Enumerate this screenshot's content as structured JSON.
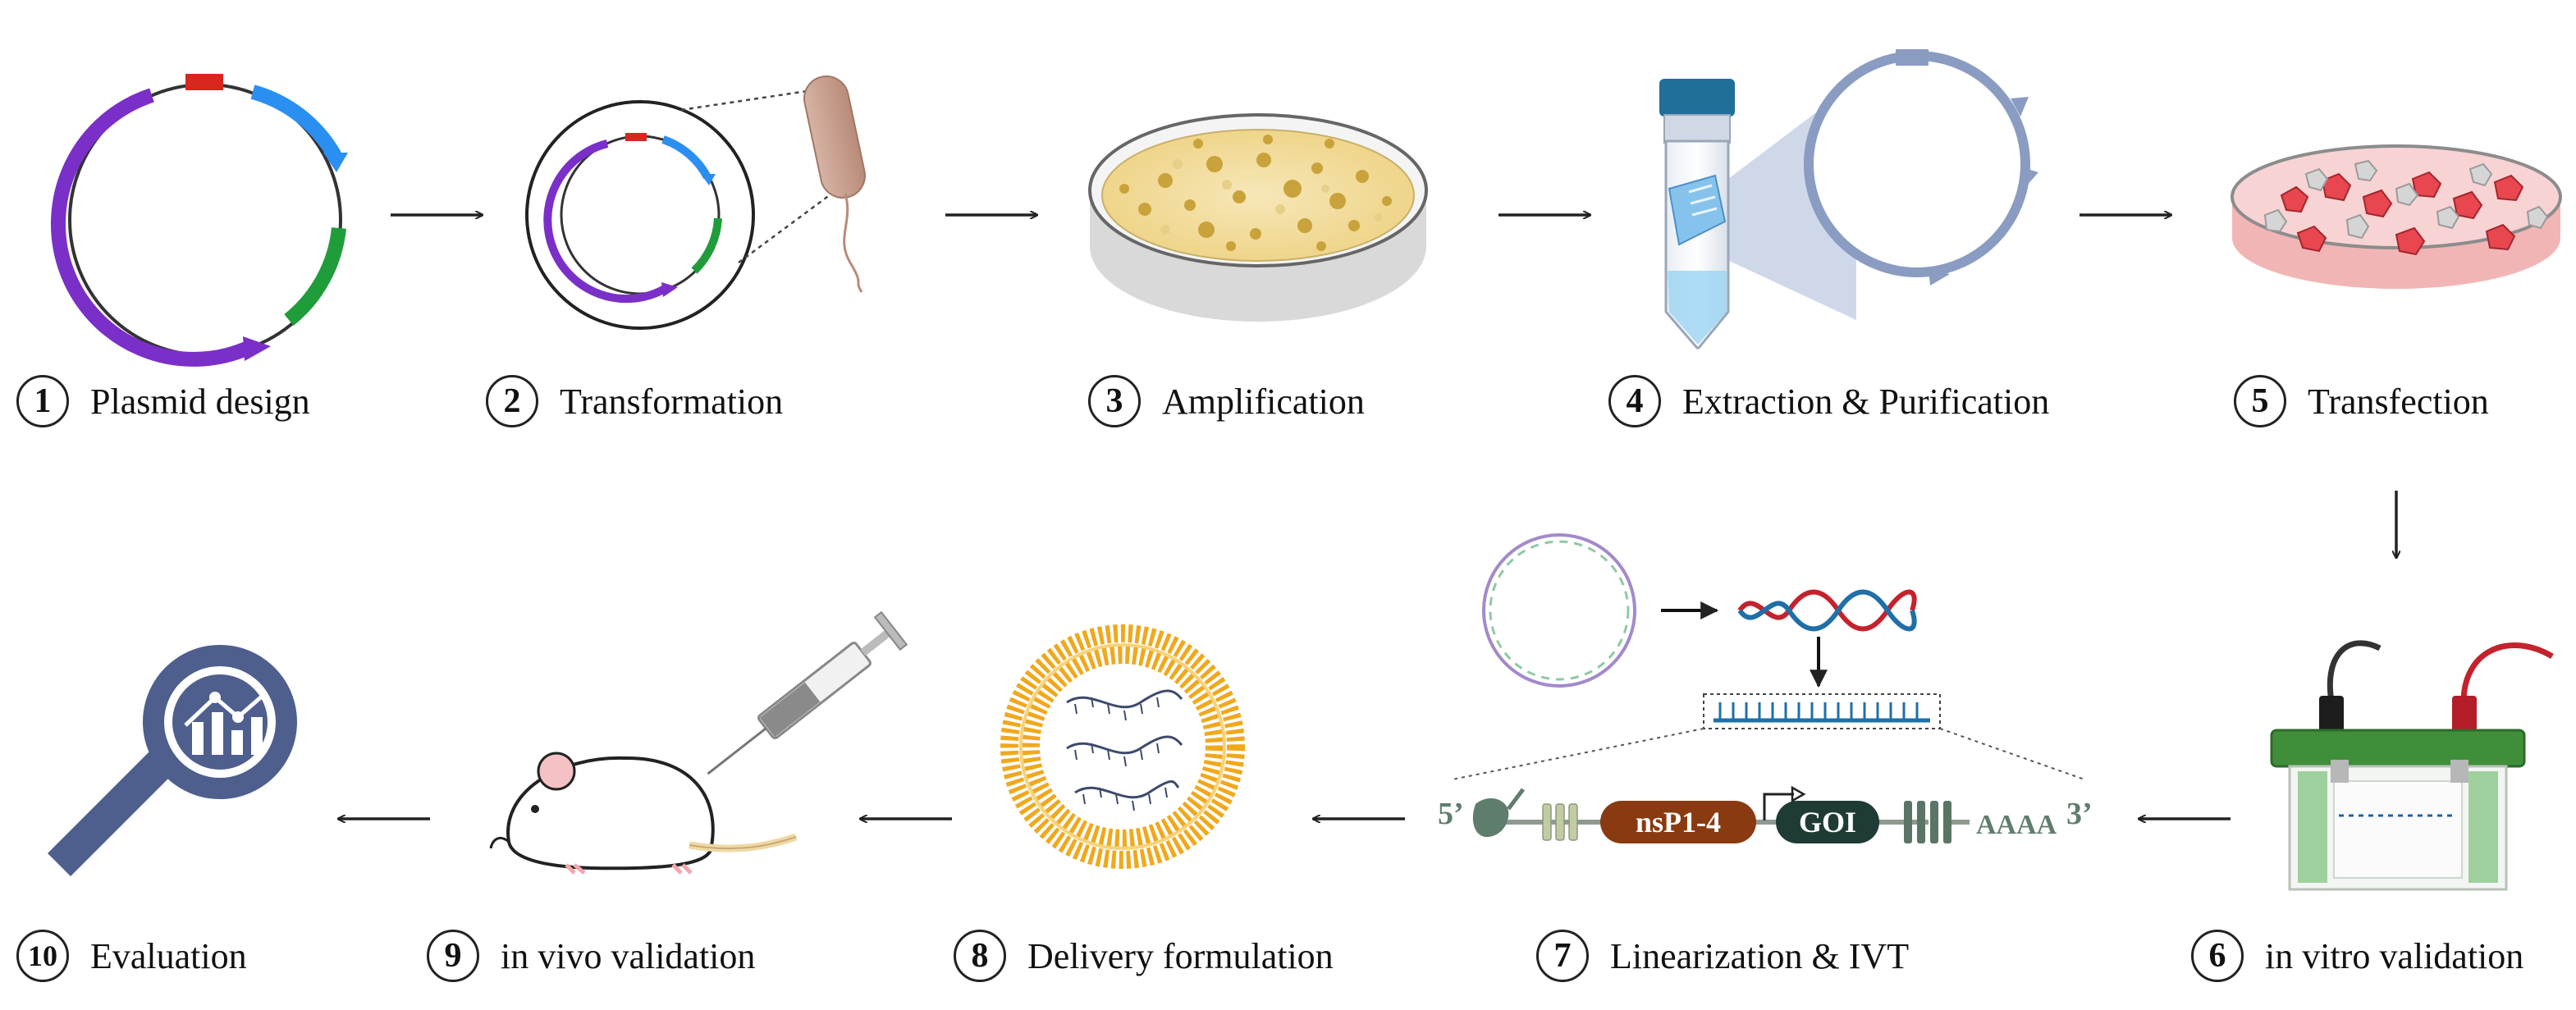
{
  "steps": [
    {
      "num": "1",
      "label": "Plasmid design"
    },
    {
      "num": "2",
      "label": "Transformation"
    },
    {
      "num": "3",
      "label": "Amplification"
    },
    {
      "num": "4",
      "label": "Extraction & Purification"
    },
    {
      "num": "5",
      "label": "Transfection"
    },
    {
      "num": "6",
      "label": "in vitro validation"
    },
    {
      "num": "7",
      "label": "Linearization & IVT"
    },
    {
      "num": "8",
      "label": "Delivery formulation"
    },
    {
      "num": "9",
      "label": "in vivo validation"
    },
    {
      "num": "10",
      "label": "Evaluation"
    }
  ],
  "cassette": {
    "five_prime": "5’",
    "three_prime": "3’",
    "nsp": "nsP1-4",
    "goi": "GOI",
    "polya": "AAAA"
  },
  "colors": {
    "plasmid_purple": "#7b2fc9",
    "plasmid_blue": "#2a8ff0",
    "plasmid_green": "#1f9d3a",
    "plasmid_red": "#d7261e",
    "nsp_brown": "#8a3a10",
    "goi_dark": "#1f3b36",
    "cassette_green": "#5f7d6c",
    "lnp_orange": "#f0a81c",
    "magnifier_navy": "#4e5f8e",
    "gel_green": "#3f8f3a"
  }
}
